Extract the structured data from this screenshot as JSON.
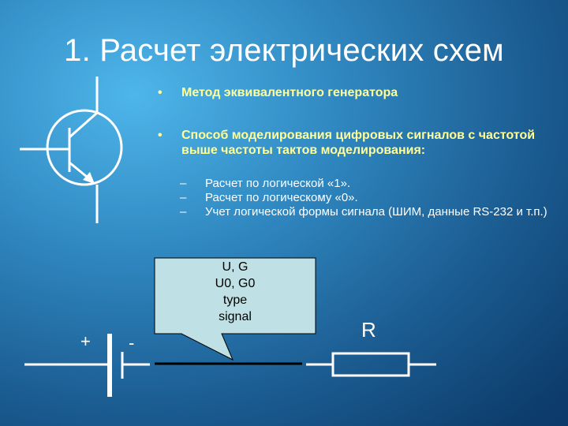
{
  "slide": {
    "title": "1. Расчет электрических схем",
    "bullets": [
      {
        "marker": "•",
        "text": "Метод эквивалентного генератора"
      },
      {
        "marker": "•",
        "text": "Способ моделирования цифровых сигналов с частотой выше частоты тактов моделирования:"
      }
    ],
    "sub_bullets": [
      {
        "marker": "–",
        "text": "Расчет по логической «1»."
      },
      {
        "marker": "–",
        "text": "Расчет по логическому «0»."
      },
      {
        "marker": "–",
        "text": "Учет логической формы сигнала (ШИМ, данные RS-232 и т.п.)"
      }
    ]
  },
  "diagram": {
    "transistor_symbol": "npn-transistor-icon",
    "battery": {
      "plus_label": "+",
      "minus_label": "-"
    },
    "callout": {
      "lines": [
        "U, G",
        "U0, G0",
        "type",
        "signal"
      ]
    },
    "resistor": {
      "label": "R"
    }
  },
  "colors": {
    "bullet_text": "#ffff99",
    "sub_text": "#ffffff",
    "callout_fill": "#bfe0e4",
    "background_light": "#4eb6ea",
    "background_dark": "#0a3463"
  }
}
